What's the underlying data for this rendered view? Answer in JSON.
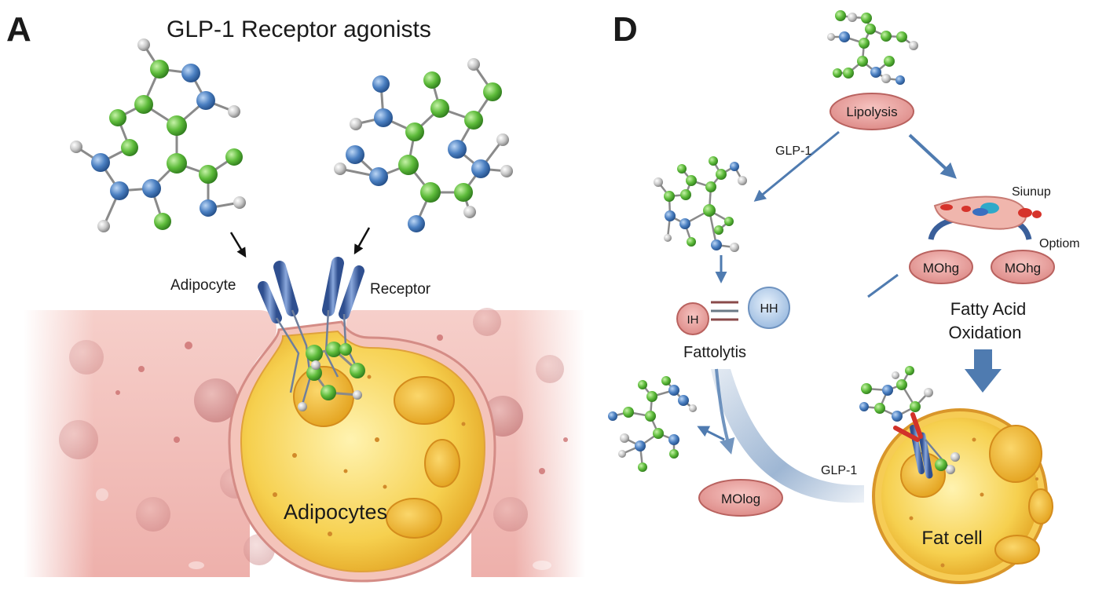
{
  "panel_a": {
    "letter": "A",
    "title": "GLP-1 Receptor agonists",
    "label_adipocyte": "Adipocyte",
    "label_receptor": "Receptor",
    "label_adipocytes": "Adipocytes"
  },
  "panel_d": {
    "letter": "D",
    "lipolysis": "Lipolysis",
    "glp1_top": "GLP-1",
    "siunup": "Siunup",
    "optiom": "Optiom",
    "mohg_1": "MOhg",
    "mohg_2": "MOhg",
    "fatty_acid_line1": "Fatty Acid",
    "fatty_acid_line2": "Oxidation",
    "ih": "IH",
    "hh": "HH",
    "fattolytis": "Fattolytis",
    "molog": "MOlog",
    "glp1_bottom": "GLP-1",
    "fat_cell": "Fat cell"
  },
  "colors": {
    "atom_green": "#5dbb3a",
    "atom_blue": "#4a7fc1",
    "atom_grey": "#c8c8c8",
    "arrow_blue": "#4f7bb0",
    "oval_pink": "#e38f8d",
    "cell_yellow": "#f2c23a",
    "tissue_pink": "#f1b9b4"
  }
}
